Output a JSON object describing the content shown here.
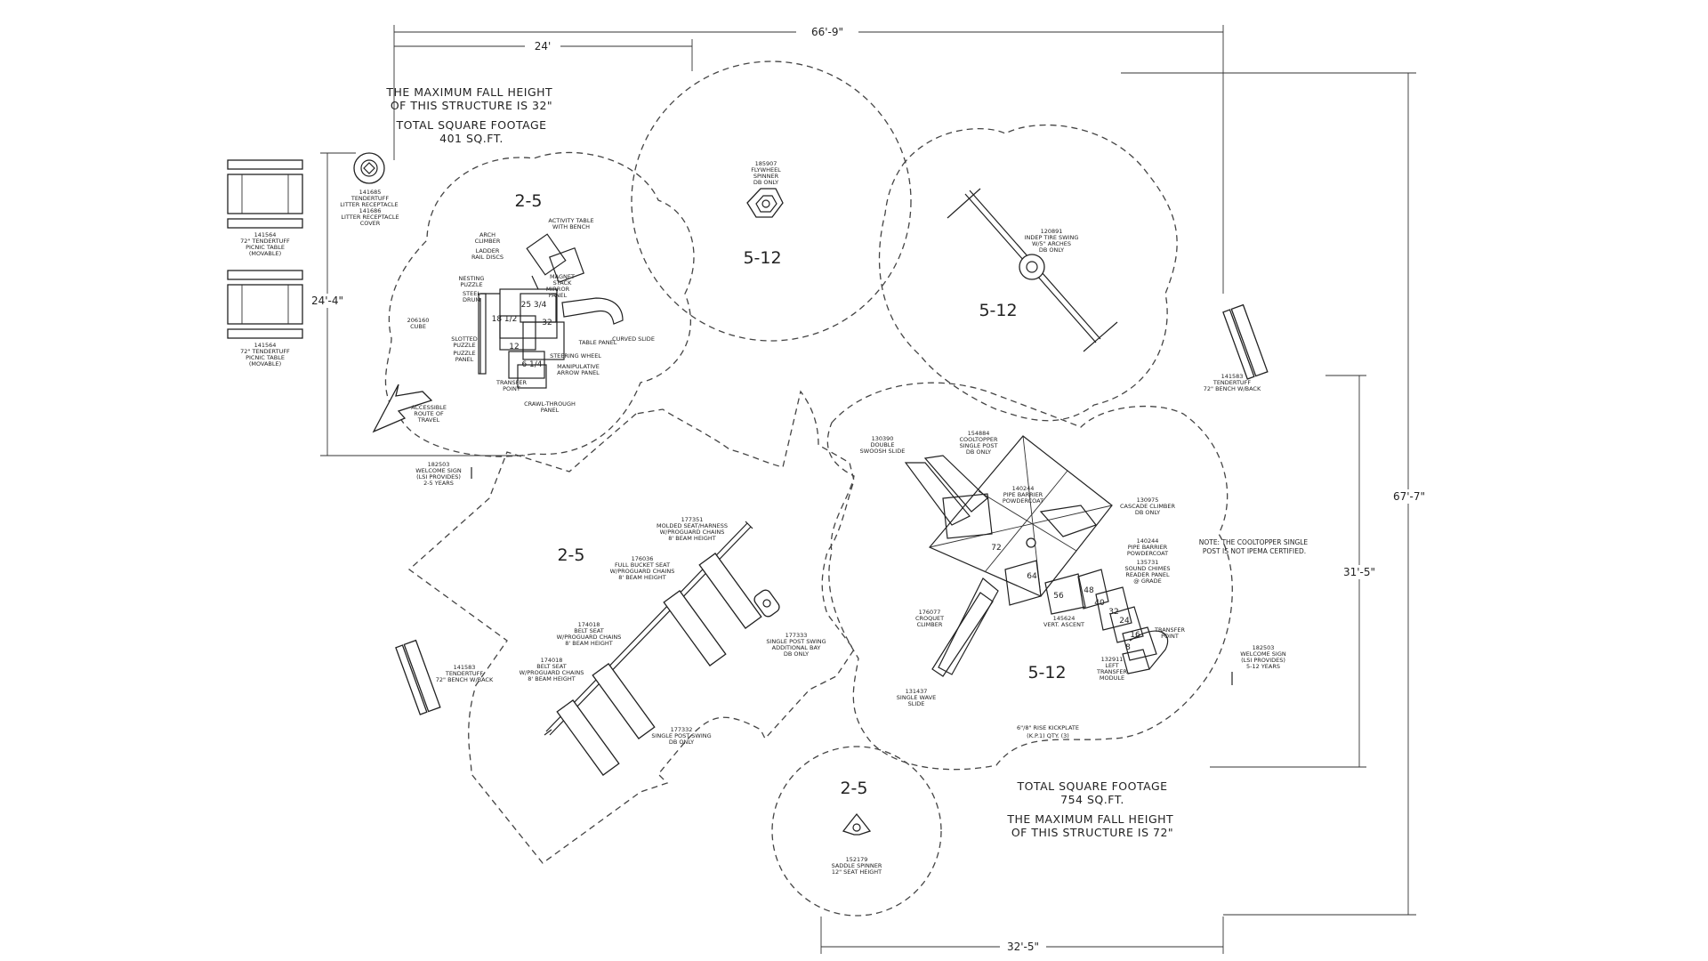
{
  "dimensions": {
    "overall_width": "66'-9\"",
    "top_width": "24'",
    "left_height": "24'-4\"",
    "overall_height": "67'-7\"",
    "right_height": "31'-5\"",
    "bottom_width": "32'-5\""
  },
  "notes": {
    "small_fall": "THE MAXIMUM FALL HEIGHT OF THIS STRUCTURE IS 32\"",
    "small_sqft_title": "TOTAL SQUARE FOOTAGE",
    "small_sqft": "401 SQ.FT.",
    "large_sqft_title": "TOTAL SQUARE FOOTAGE",
    "large_sqft": "754 SQ.FT.",
    "large_fall": "THE MAXIMUM FALL HEIGHT OF THIS STRUCTURE IS 72\"",
    "cooltopper": "NOTE: THE COOLTOPPER SINGLE POST IS NOT IPEMA CERTIFIED."
  },
  "age_zones": {
    "toddler_structure": "2-5",
    "spinner": "5-12",
    "tire_swing": "5-12",
    "swing_area": "2-5",
    "large_structure": "5-12",
    "saddle_spinner": "2-5"
  },
  "labels": {
    "litter": "141685 TENDERTUFF LITTER RECEPTACLE",
    "litter_cover": "141686 LITTER RECEPTACLE COVER",
    "picnic_1": "141564 72\" TENDERTUFF PICNIC TABLE (MOVABLE)",
    "picnic_2": "141564 72\" TENDERTUFF PICNIC TABLE (MOVABLE)",
    "arch_climber": "ARCH CLIMBER",
    "ladder": "LADDER RAIL DISCS",
    "activity_table": "ACTIVITY TABLE WITH BENCH",
    "magnet_stack": "MAGNET STACK",
    "mirror_panel": "MIRROR PANEL",
    "nesting_puzzle": "NESTING PUZZLE",
    "steel_drum": "STEEL DRUM",
    "cube": "206160 CUBE",
    "curved_slide": "CURVED SLIDE",
    "table_panel": "TABLE PANEL",
    "slotted_puzzle": "SLOTTED PUZZLE",
    "puzzle_panel": "PUZZLE PANEL",
    "steering_wheel": "STEERING WHEEL",
    "manipulative": "MANIPULATIVE ARROW PANEL",
    "transfer_point": "TRANSFER POINT",
    "crawl_through": "CRAWL-THROUGH PANEL",
    "accessible": "ACCESSIBLE ROUTE OF TRAVEL",
    "welcome_25": "182503 WELCOME SIGN (LSI PROVIDES) 2-5 YEARS",
    "flywheel": "185907 FLYWHEEL SPINNER DB ONLY",
    "tire_swing": "120891 INDEP TIRE SWING W/5\" ARCHES DB ONLY",
    "bench_right": "141583 TENDERTUFF 72\" BENCH W/BACK",
    "double_slide": "130390 DOUBLE SWOOSH SLIDE",
    "cooltopper_post": "154884 COOLTOPPER SINGLE POST DB ONLY",
    "pipe_barrier_1": "140244 PIPE BARRIER POWDERCOAT",
    "cascade": "130975 CASCADE CLIMBER DB ONLY",
    "pipe_barrier_2": "140244 PIPE BARRIER POWDERCOAT",
    "sound_chimes": "135731 SOUND CHIMES READER PANEL @ GRADE",
    "croquet": "176077 CROQUET CLIMBER",
    "vertical_ascent": "145624 VERT. ASCENT",
    "transfer_point_2": "TRANSFER POINT",
    "left_transfer": "132911 LEFT TRANSFER MODULE",
    "single_wave": "131437 SINGLE WAVE SLIDE",
    "kickplate": "6\"/8\" RISE KICKPLATE (K.P.1) QTY. (3)",
    "welcome_512": "182503 WELCOME SIGN (LSI PROVIDES) 5-12 YEARS",
    "molded_seat": "177351 MOLDED SEAT/HARNESS W/PROGUARD CHAINS 8' BEAM HEIGHT",
    "full_bucket": "176036 FULL BUCKET SEAT W/PROGUARD CHAINS 8' BEAM HEIGHT",
    "belt_seat_1": "174018 BELT SEAT W/PROGUARD CHAINS 8' BEAM HEIGHT",
    "belt_seat_2": "174018 BELT SEAT W/PROGUARD CHAINS 8' BEAM HEIGHT",
    "single_post_add": "177333 SINGLE POST SWING ADDITIONAL BAY DB ONLY",
    "single_post": "177332 SINGLE POST SWING DB ONLY",
    "bench_left": "141583 TENDERTUFF 72\" BENCH W/BACK",
    "saddle": "152179 SADDLE SPINNER 12\" SEAT HEIGHT"
  },
  "deck_heights": {
    "toddler": [
      "25 3/4",
      "32",
      "18 1/2",
      "12",
      "6 1/4"
    ],
    "large": [
      "72",
      "64",
      "56",
      "48",
      "40",
      "32",
      "24",
      "16",
      "8"
    ]
  }
}
